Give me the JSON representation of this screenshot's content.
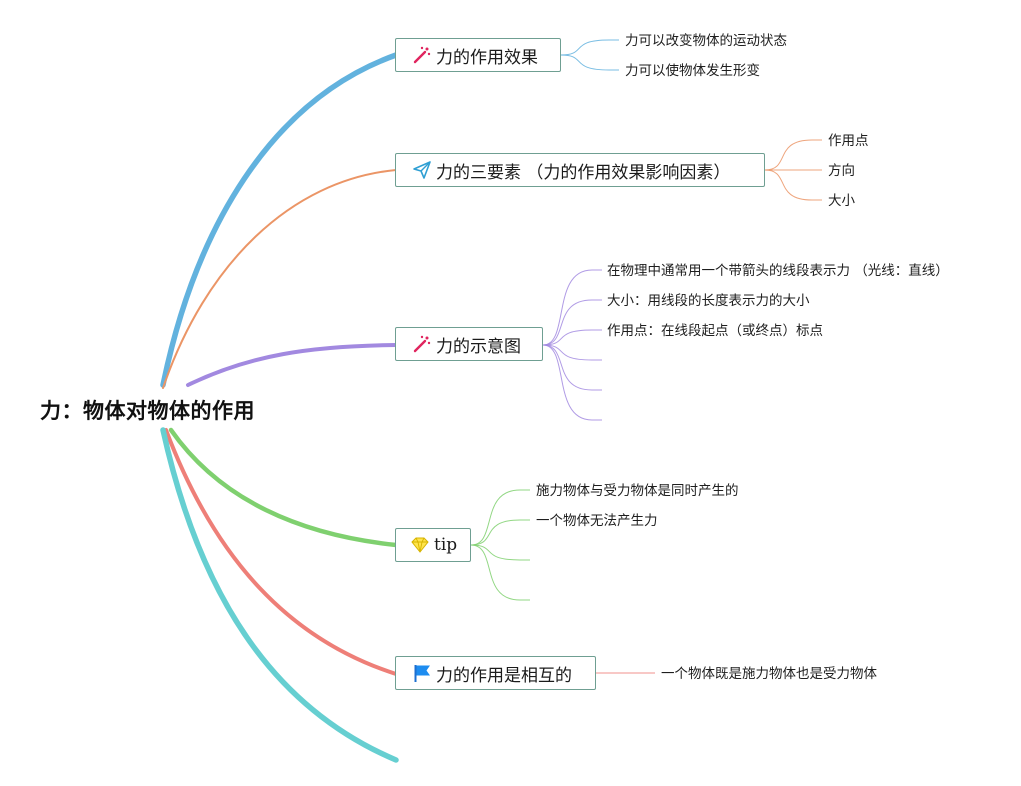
{
  "root": {
    "label": "力：物体对物体的作用"
  },
  "branches": [
    {
      "id": "effect",
      "label": "力的作用效果",
      "icon": "magic-wand-icon",
      "color": "#62b2de",
      "leaves": [
        "力可以改变物体的运动状态",
        "力可以使物体发生形变"
      ]
    },
    {
      "id": "three-elements",
      "label": "力的三要素 （力的作用效果影响因素）",
      "icon": "paper-plane-icon",
      "color": "#eb9566",
      "leaves": [
        "作用点",
        "方向",
        "大小"
      ]
    },
    {
      "id": "diagram",
      "label": "力的示意图",
      "icon": "magic-wand-icon",
      "color": "#a289e0",
      "leaves": [
        "在物理中通常用一个带箭头的线段表示力 （光线：直线）",
        "大小：用线段的长度表示力的大小",
        "作用点：在线段起点（或终点）标点",
        "",
        "",
        ""
      ]
    },
    {
      "id": "tip",
      "label": "tip",
      "icon": "diamond-icon",
      "color": "#7fd06f",
      "leaves": [
        "施力物体与受力物体是同时产生的",
        "一个物体无法产生力",
        "",
        ""
      ]
    },
    {
      "id": "mutual",
      "label": "力的作用是相互的",
      "icon": "flag-icon",
      "color": "#ee7f78",
      "leaves": [
        "一个物体既是施力物体也是受力物体"
      ]
    },
    {
      "id": "extra",
      "label": "",
      "color": "#66cfd1",
      "leaves": []
    }
  ]
}
